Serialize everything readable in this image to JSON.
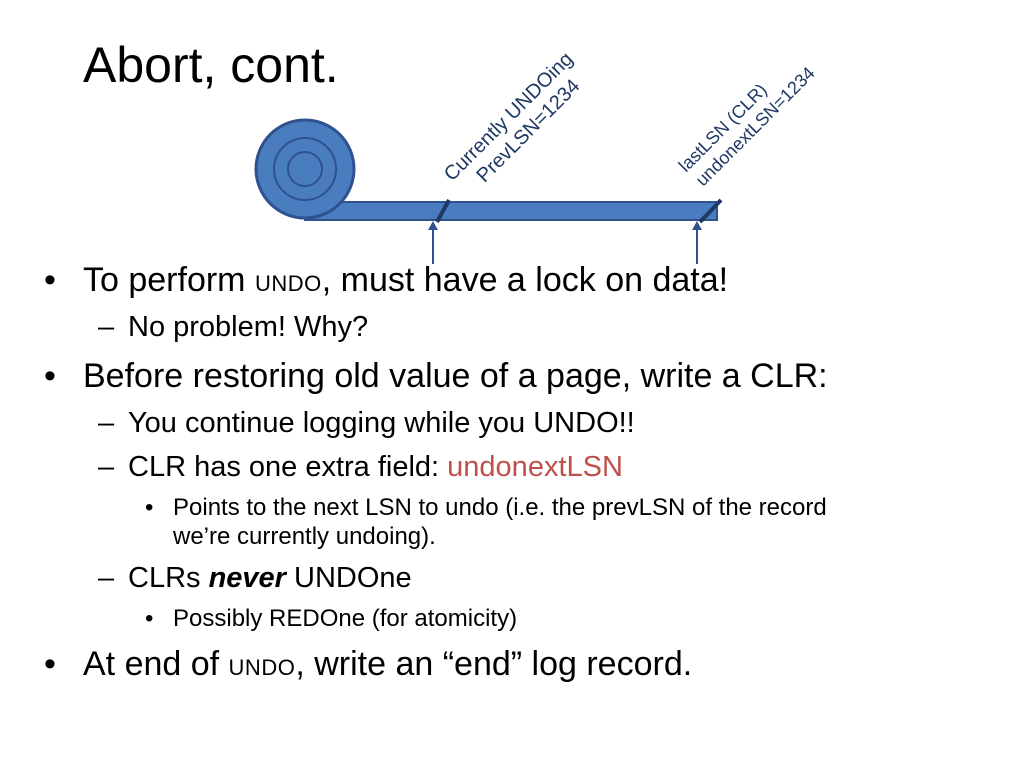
{
  "title": "Abort, cont.",
  "diagram": {
    "label_a_line1": "Currently UNDOing",
    "label_a_line2": "PrevLSN=1234",
    "label_b_line1": "lastLSN (CLR)",
    "label_b_line2": "undonextLSN=1234",
    "tape_color": "#4a7cc0",
    "tape_edge_color": "#2f528f"
  },
  "bullets": {
    "b1_pre": "To perform ",
    "b1_sc": "UNDO",
    "b1_post": ", must have a lock on data!",
    "b1_sub1": "No problem!  Why?",
    "b2": "Before restoring old value of a page, write a CLR:",
    "b2_sub1": "You continue logging while you UNDO!!",
    "b2_sub2_pre": "CLR has one extra field: ",
    "b2_sub2_red": "undonextLSN",
    "b2_sub2_sub1_line1": "Points to the next LSN to undo (i.e. the prevLSN of the record",
    "b2_sub2_sub1_line2": "we’re currently undoing).",
    "b2_sub3_pre": "CLRs ",
    "b2_sub3_em": "never",
    "b2_sub3_post": " UNDOne",
    "b2_sub3_sub1": "Possibly REDOne (for atomicity)",
    "b3_pre": "At end of ",
    "b3_sc": "UNDO",
    "b3_post": ", write an “end” log record."
  },
  "symbols": {
    "bullet": "•",
    "dash": "–"
  },
  "colors": {
    "accent_red": "#c0504d"
  }
}
